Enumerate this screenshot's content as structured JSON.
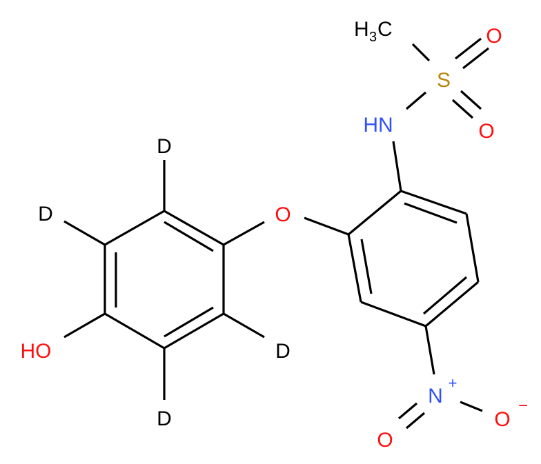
{
  "diagram": {
    "type": "chemical-structure",
    "compound_description": "N-[2-(4-hydroxyphenoxy-d4)-4-nitrophenyl]methanesulfonamide",
    "colors": {
      "carbon_hydrogen_deuterium": "#000000",
      "oxygen": "#ff0d0d",
      "nitrogen": "#3050f8",
      "sulfur": "#b8860b"
    },
    "atom_labels": {
      "d_top": "D",
      "d_left": "D",
      "d_right": "D",
      "d_bottom": "D",
      "ether_o": "O",
      "hydroxyl": "HO",
      "amine": "HN",
      "sulfur": "S",
      "methyl_h": "H",
      "methyl_sub": "3",
      "methyl_c": "C",
      "sulfonyl_o1": "O",
      "sulfonyl_o2": "O",
      "nitro_n": "N",
      "nitro_n_charge": "+",
      "nitro_o_double": "O",
      "nitro_o_single": "O",
      "nitro_o_charge": "−"
    }
  }
}
